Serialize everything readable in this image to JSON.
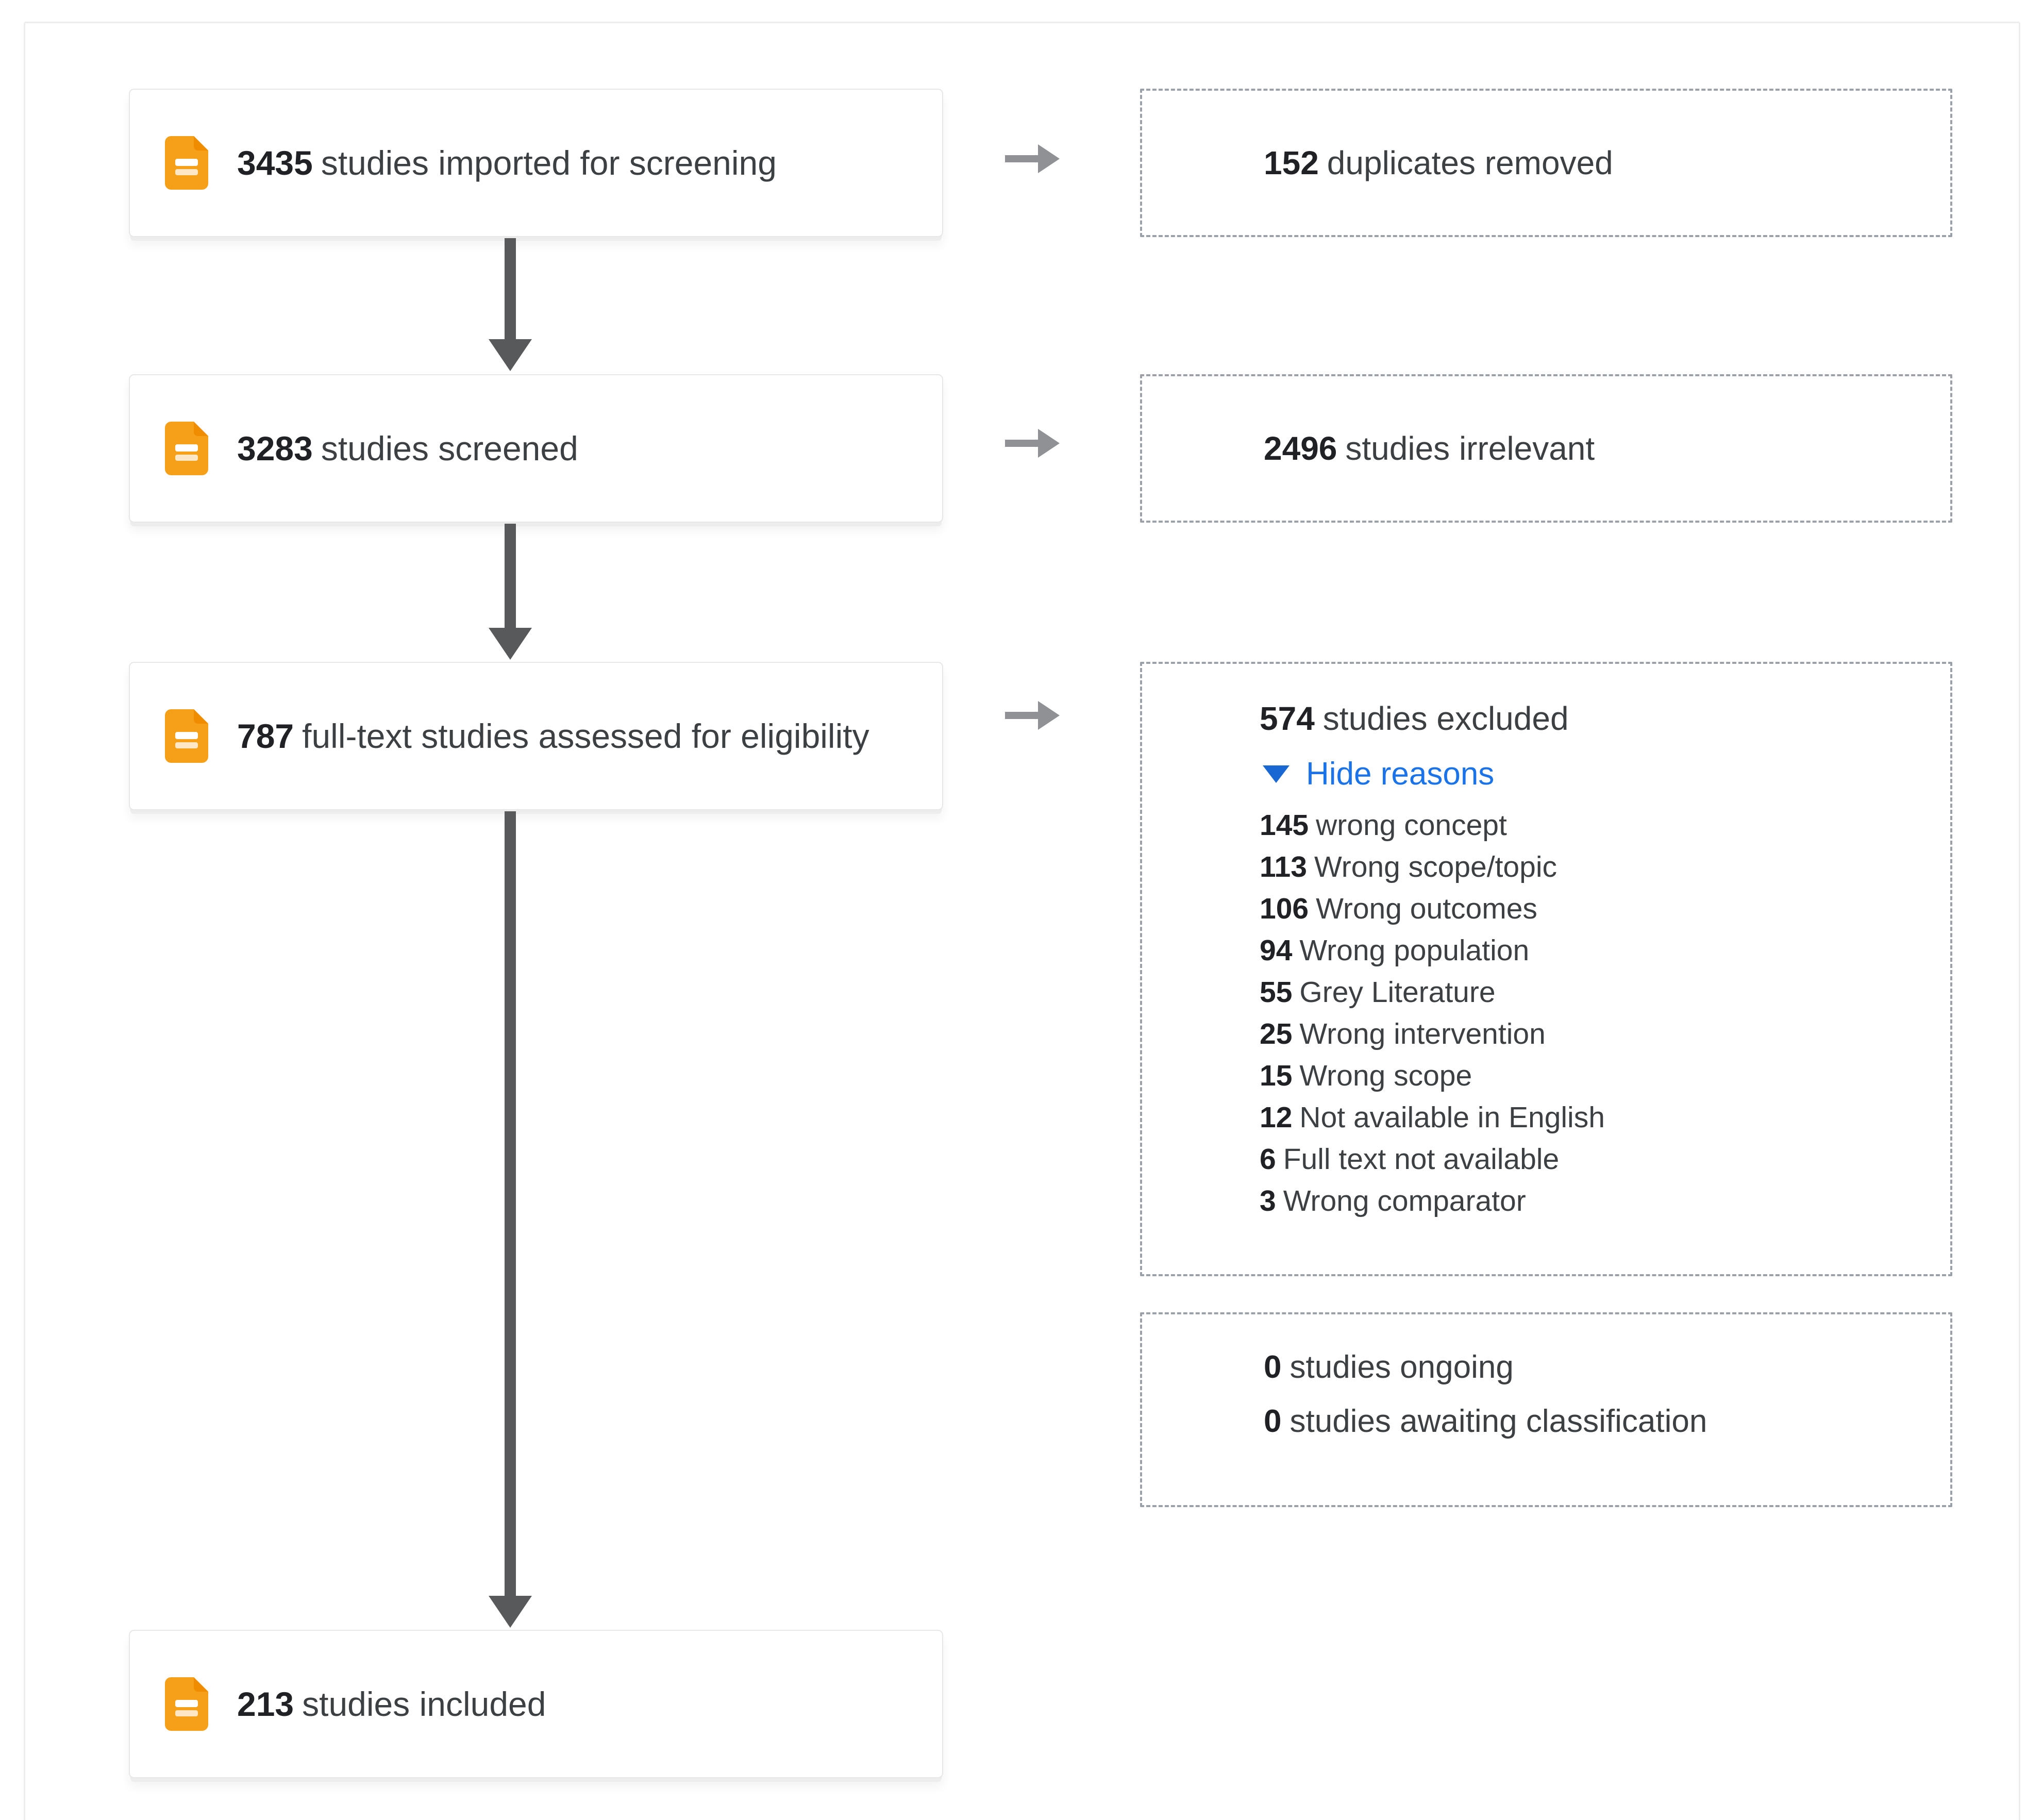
{
  "diagram": {
    "stages": [
      {
        "count": "3435",
        "label": "studies imported for screening"
      },
      {
        "count": "3283",
        "label": "studies screened"
      },
      {
        "count": "787",
        "label": "full-text studies assessed for eligibility"
      },
      {
        "count": "213",
        "label": "studies included"
      }
    ],
    "side": {
      "duplicates": {
        "count": "152",
        "label": "duplicates removed"
      },
      "irrelevant": {
        "count": "2496",
        "label": "studies irrelevant"
      },
      "excluded": {
        "count": "574",
        "label": "studies excluded",
        "toggle_label": "Hide reasons",
        "reasons": [
          {
            "count": "145",
            "label": "wrong concept"
          },
          {
            "count": "113",
            "label": "Wrong scope/topic"
          },
          {
            "count": "106",
            "label": "Wrong outcomes"
          },
          {
            "count": "94",
            "label": "Wrong population"
          },
          {
            "count": "55",
            "label": "Grey Literature"
          },
          {
            "count": "25",
            "label": "Wrong intervention"
          },
          {
            "count": "15",
            "label": "Wrong scope"
          },
          {
            "count": "12",
            "label": "Not available in English"
          },
          {
            "count": "6",
            "label": "Full text not available"
          },
          {
            "count": "3",
            "label": "Wrong comparator"
          }
        ]
      },
      "status": [
        {
          "count": "0",
          "label": "studies ongoing"
        },
        {
          "count": "0",
          "label": "studies awaiting classification"
        }
      ]
    },
    "colors": {
      "document_orange": "#F6A01A",
      "document_fold_orange": "#F08C00",
      "link_blue": "#1A73E8",
      "arrow_dark_gray": "#58595B",
      "arrow_light_gray": "#8F9194",
      "dashed_border_gray": "#9BA1A7"
    }
  }
}
